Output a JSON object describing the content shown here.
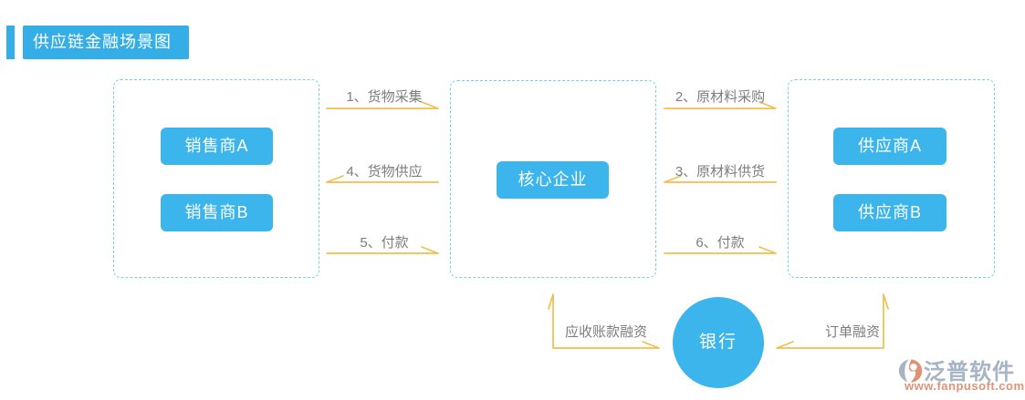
{
  "header": {
    "title": "供应链金融场景图"
  },
  "groups": {
    "sellers": {
      "nodes": [
        {
          "label": "销售商A"
        },
        {
          "label": "销售商B"
        }
      ]
    },
    "core": {
      "nodes": [
        {
          "label": "核心企业"
        }
      ]
    },
    "suppliers": {
      "nodes": [
        {
          "label": "供应商A"
        },
        {
          "label": "供应商B"
        }
      ]
    }
  },
  "flows": [
    {
      "label": "1、货物采集",
      "direction": "right"
    },
    {
      "label": "4、货物供应",
      "direction": "left"
    },
    {
      "label": "5、付款",
      "direction": "right"
    },
    {
      "label": "2、原材料采购",
      "direction": "right"
    },
    {
      "label": "3、原材料供货",
      "direction": "left"
    },
    {
      "label": "6、付款",
      "direction": "right"
    }
  ],
  "bank": {
    "label": "银行"
  },
  "financing": [
    {
      "label": "应收账款融资"
    },
    {
      "label": "订单融资"
    }
  ],
  "logo": {
    "name": "泛普软件",
    "url": "www.fanpusoft.com"
  },
  "colors": {
    "node_blue": "#3cb4ec",
    "title_blue": "#35aee8",
    "border_blue": "#74cef6",
    "arrow_gold": "#f2be4d",
    "label_gray": "#7d7d7d",
    "logo_blue": "#a7b4c6",
    "logo_orange": "#e09277"
  }
}
